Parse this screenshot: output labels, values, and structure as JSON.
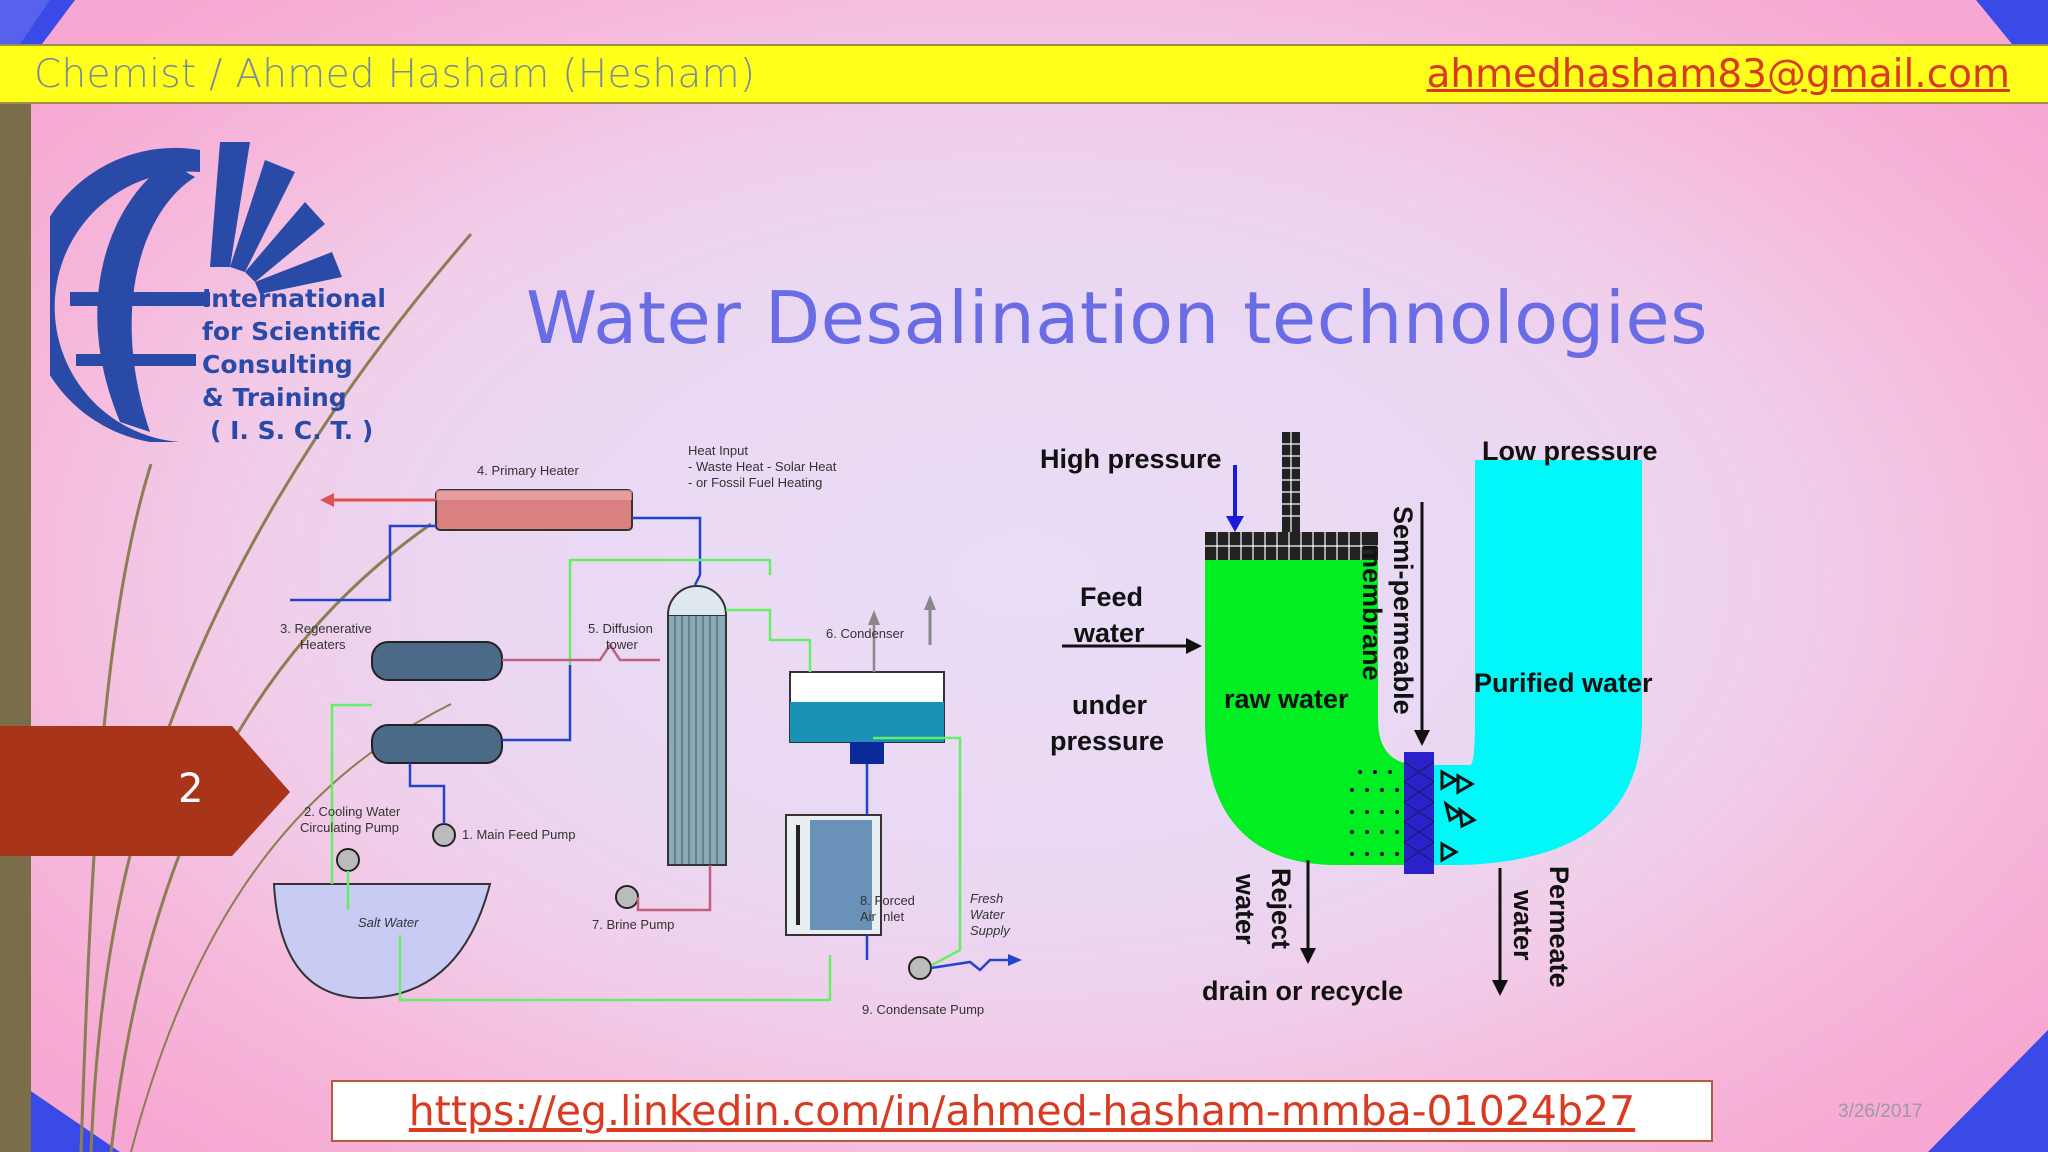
{
  "header": {
    "author": "Chemist / Ahmed Hasham (Hesham)",
    "email": "ahmedhasham83@gmail.com"
  },
  "logo": {
    "lines": [
      "International",
      "for Scientific",
      "Consulting",
      "&  Training",
      "( I. S. C. T. )"
    ]
  },
  "slide": {
    "title": "Water Desalination technologies",
    "page_number": "2",
    "link": "https://eg.linkedin.com/in/ahmed-hasham-mmba-01024b27",
    "date": "3/26/2017"
  },
  "left_diagram": {
    "labels": {
      "primary_heater": "4. Primary Heater",
      "heat_input_1": "Heat Input",
      "heat_input_2": "- Waste Heat - Solar Heat",
      "heat_input_3": "- or Fossil Fuel Heating",
      "regen_1": "3. Regenerative",
      "regen_2": "Heaters",
      "diffusion_1": "5. Diffusion",
      "diffusion_2": "tower",
      "condenser": "6. Condenser",
      "cooling_1": "2. Cooling Water",
      "cooling_2": "Circulating Pump",
      "main_feed": "1. Main Feed Pump",
      "salt_water": "Salt Water",
      "brine_pump": "7. Brine Pump",
      "forced_1": "8. Forced",
      "forced_2": "Air Inlet",
      "fresh_1": "Fresh",
      "fresh_2": "Water",
      "fresh_3": "Supply",
      "condensate_pump": "9. Condensate Pump"
    }
  },
  "right_diagram": {
    "labels": {
      "high_pressure": "High pressure",
      "low_pressure": "Low pressure",
      "feed_1": "Feed",
      "feed_2": "water",
      "under_1": "under",
      "under_2": "pressure",
      "raw_water": "raw water",
      "membrane_1": "Semi-permeable",
      "membrane_2": "membrane",
      "purified": "Purified water",
      "reject_1": "Reject",
      "reject_2": "water",
      "drain": "drain or recycle",
      "permeate_1": "Permeate",
      "permeate_2": "water"
    },
    "colors": {
      "raw_water": "#00ee22",
      "purified_water": "#00f8f8",
      "membrane": "#2a22c8"
    }
  }
}
